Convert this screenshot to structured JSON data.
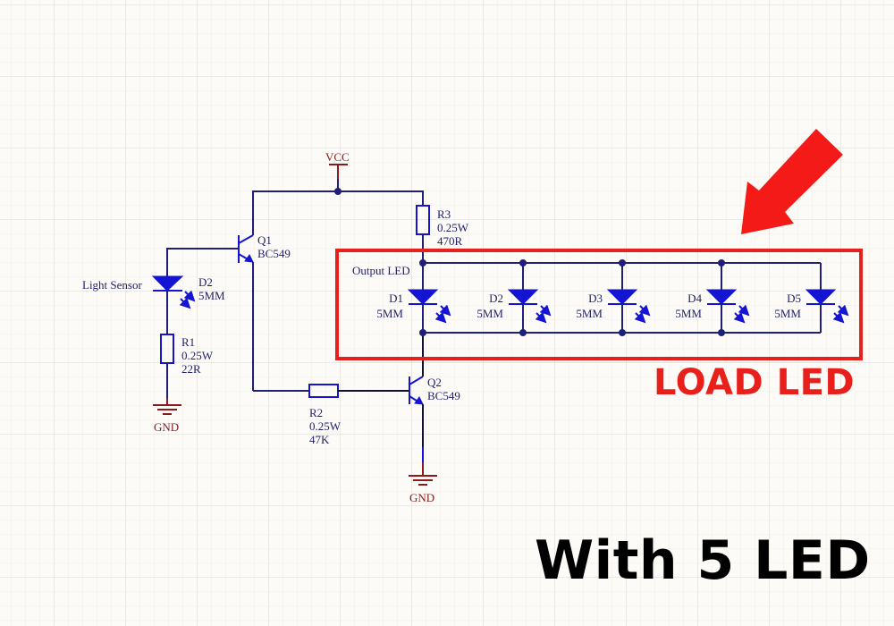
{
  "schematic": {
    "power": {
      "vcc_label": "VCC",
      "gnd_label": "GND"
    },
    "components": {
      "Q1": {
        "ref": "Q1",
        "value": "BC549"
      },
      "Q2": {
        "ref": "Q2",
        "value": "BC549"
      },
      "R1": {
        "ref": "R1",
        "power": "0.25W",
        "value": "22R"
      },
      "R2": {
        "ref": "R2",
        "power": "0.25W",
        "value": "47K"
      },
      "R3": {
        "ref": "R3",
        "power": "0.25W",
        "value": "470R"
      },
      "sensor": {
        "label": "Light Sensor",
        "ref": "D2",
        "value": "5MM"
      }
    },
    "output_group_label": "Output LED",
    "output_leds": [
      {
        "ref": "D1",
        "value": "5MM"
      },
      {
        "ref": "D2",
        "value": "5MM"
      },
      {
        "ref": "D3",
        "value": "5MM"
      },
      {
        "ref": "D4",
        "value": "5MM"
      },
      {
        "ref": "D5",
        "value": "5MM"
      }
    ]
  },
  "annotations": {
    "highlight_label": "LOAD LED",
    "caption": "With 5 LED",
    "highlight_color": "#e8201c",
    "arrow_color": "#f41a17",
    "wire_color": "#1f1f7a",
    "component_color": "#1414d2",
    "power_color": "#8b1a1a"
  }
}
